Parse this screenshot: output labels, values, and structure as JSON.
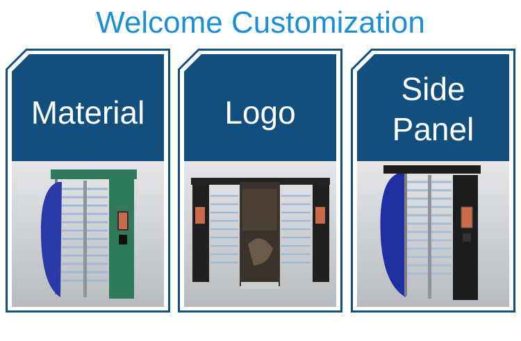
{
  "headline": "Welcome Customization",
  "cards": [
    {
      "label": "Material",
      "image": "green-turnstile-image"
    },
    {
      "label": "Logo",
      "image": "double-turnstile-with-logo-panel-image"
    },
    {
      "label": "Side Panel",
      "label_line1": "Side",
      "label_line2": "Panel",
      "image": "black-turnstile-with-blue-side-panel-image"
    }
  ],
  "colors": {
    "headline": "#1a8fd6",
    "card_header": "#124f7d",
    "card_border": "#124f7d",
    "label_text": "#ffffff"
  }
}
